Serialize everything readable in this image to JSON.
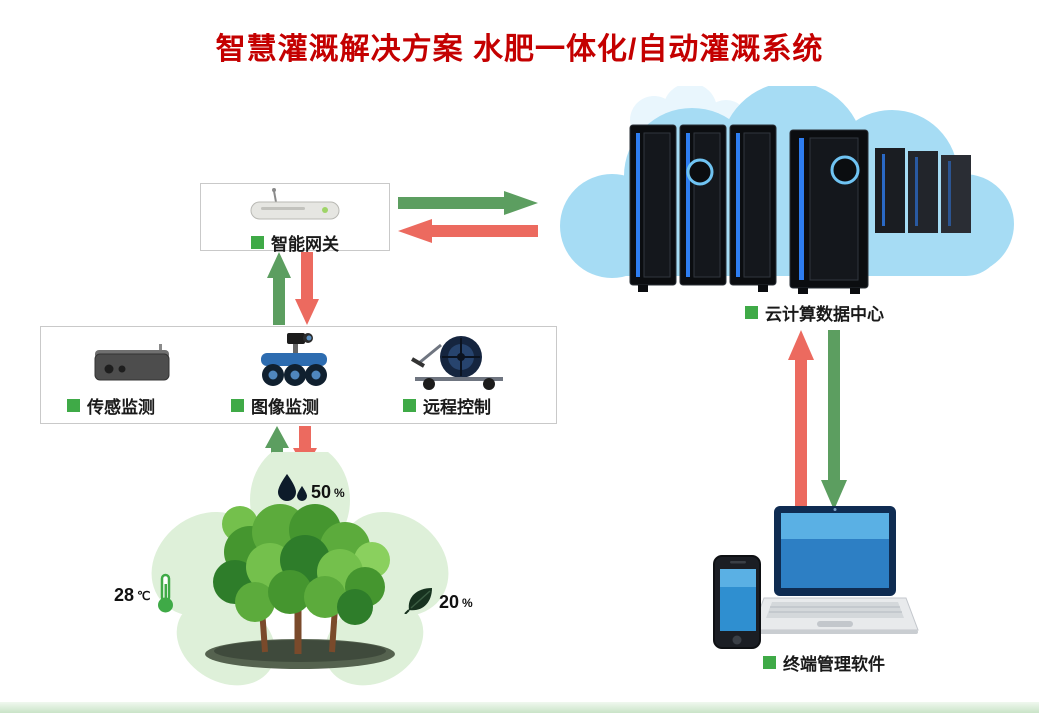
{
  "title": "智慧灌溉解决方案 水肥一体化/自动灌溉系统",
  "nodes": {
    "gateway": {
      "label": "智能网关"
    },
    "cloud": {
      "label": "云计算数据中心"
    },
    "monitoring": {
      "items": [
        {
          "label": "传感监测"
        },
        {
          "label": "图像监测"
        },
        {
          "label": "远程控制"
        }
      ]
    },
    "terminal": {
      "label": "终端管理软件"
    }
  },
  "metrics": {
    "temperature": {
      "value": "28",
      "unit": "℃"
    },
    "moisture": {
      "value": "50",
      "unit": "%"
    },
    "humidity": {
      "value": "20",
      "unit": "%"
    }
  },
  "colors": {
    "title_red": "#c40000",
    "bullet_green": "#3faa47",
    "arrow_green": "#5c9e60",
    "arrow_red": "#ec6a5f",
    "cloud_blue": "#a6dcf4"
  },
  "icons": [
    "router-icon",
    "cloud-icon",
    "server-rack-icon",
    "sensor-device-icon",
    "camera-robot-icon",
    "irrigation-machine-icon",
    "water-drop-icon",
    "thermometer-icon",
    "leaf-icon",
    "plants-icon",
    "laptop-icon",
    "phone-icon",
    "green-square-icon"
  ]
}
